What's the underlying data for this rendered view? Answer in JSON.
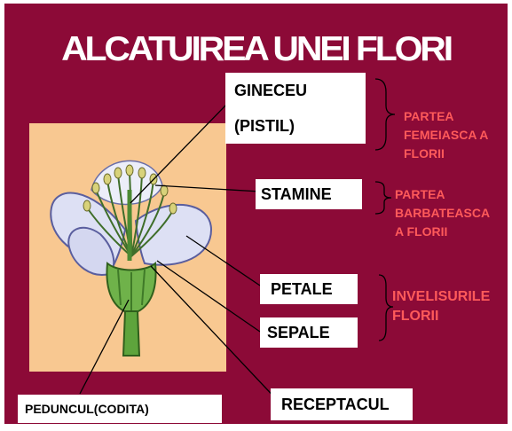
{
  "title": "ALCATUIREA UNEI FLORI",
  "labels": {
    "gineceu_line1": "GINECEU",
    "gineceu_line2": "(PISTIL)",
    "stamine": "STAMINE",
    "petale": "PETALE",
    "sepale": "SEPALE",
    "receptacul": "RECEPTACUL",
    "peduncul": "PEDUNCUL(CODITA)"
  },
  "groups": {
    "female": [
      "PARTEA",
      "FEMEIASCA A",
      "FLORII"
    ],
    "male": [
      "PARTEA",
      "BARBATEASCA",
      "A FLORII"
    ],
    "envelopes": [
      "INVELISURILE",
      "FLORII"
    ]
  },
  "colors": {
    "slide_background": "#8c0a37",
    "flower_background": "#f8c891",
    "group_text": "#ff5a5a",
    "petal": "#dde0f4",
    "sepal": "#6fb24a"
  }
}
